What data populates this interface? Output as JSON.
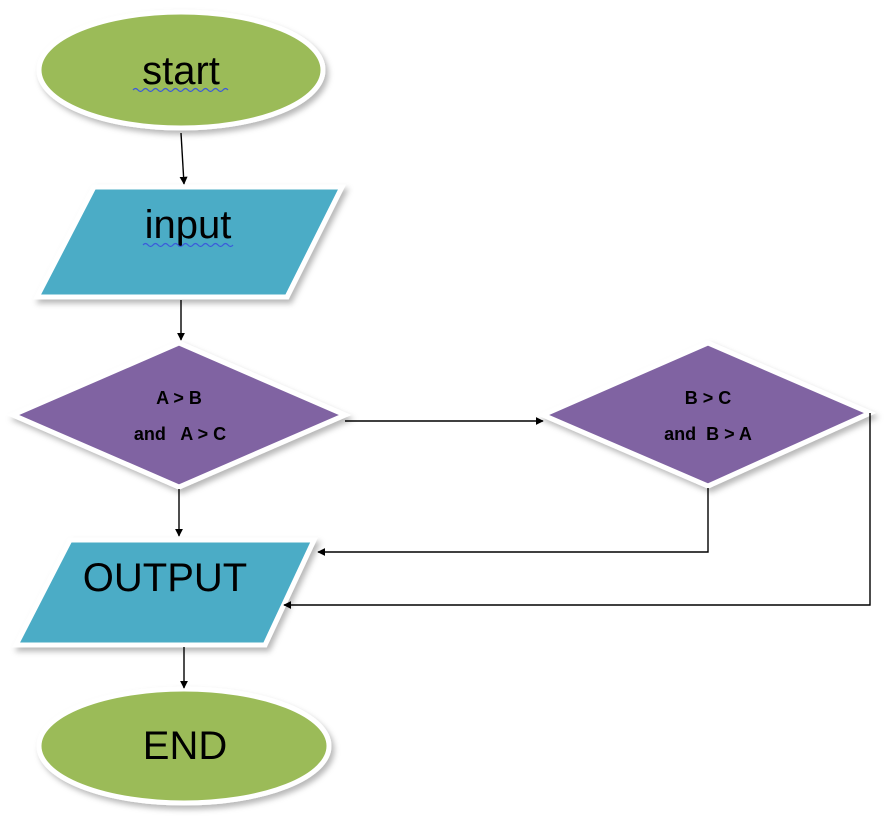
{
  "colors": {
    "terminator_fill": "#9bbb59",
    "io_fill": "#4bacc6",
    "decision_fill": "#8064a2",
    "connector": "#000000",
    "spellcheck_underline": "#3b5bdb"
  },
  "nodes": {
    "start": {
      "label": "start"
    },
    "input": {
      "label": "input"
    },
    "decision1": {
      "line1": "A > B",
      "line2": "and   A > C"
    },
    "decision2": {
      "line1": "B > C",
      "line2": "and  B > A"
    },
    "output": {
      "label": "OUTPUT"
    },
    "end": {
      "label": "END"
    }
  }
}
